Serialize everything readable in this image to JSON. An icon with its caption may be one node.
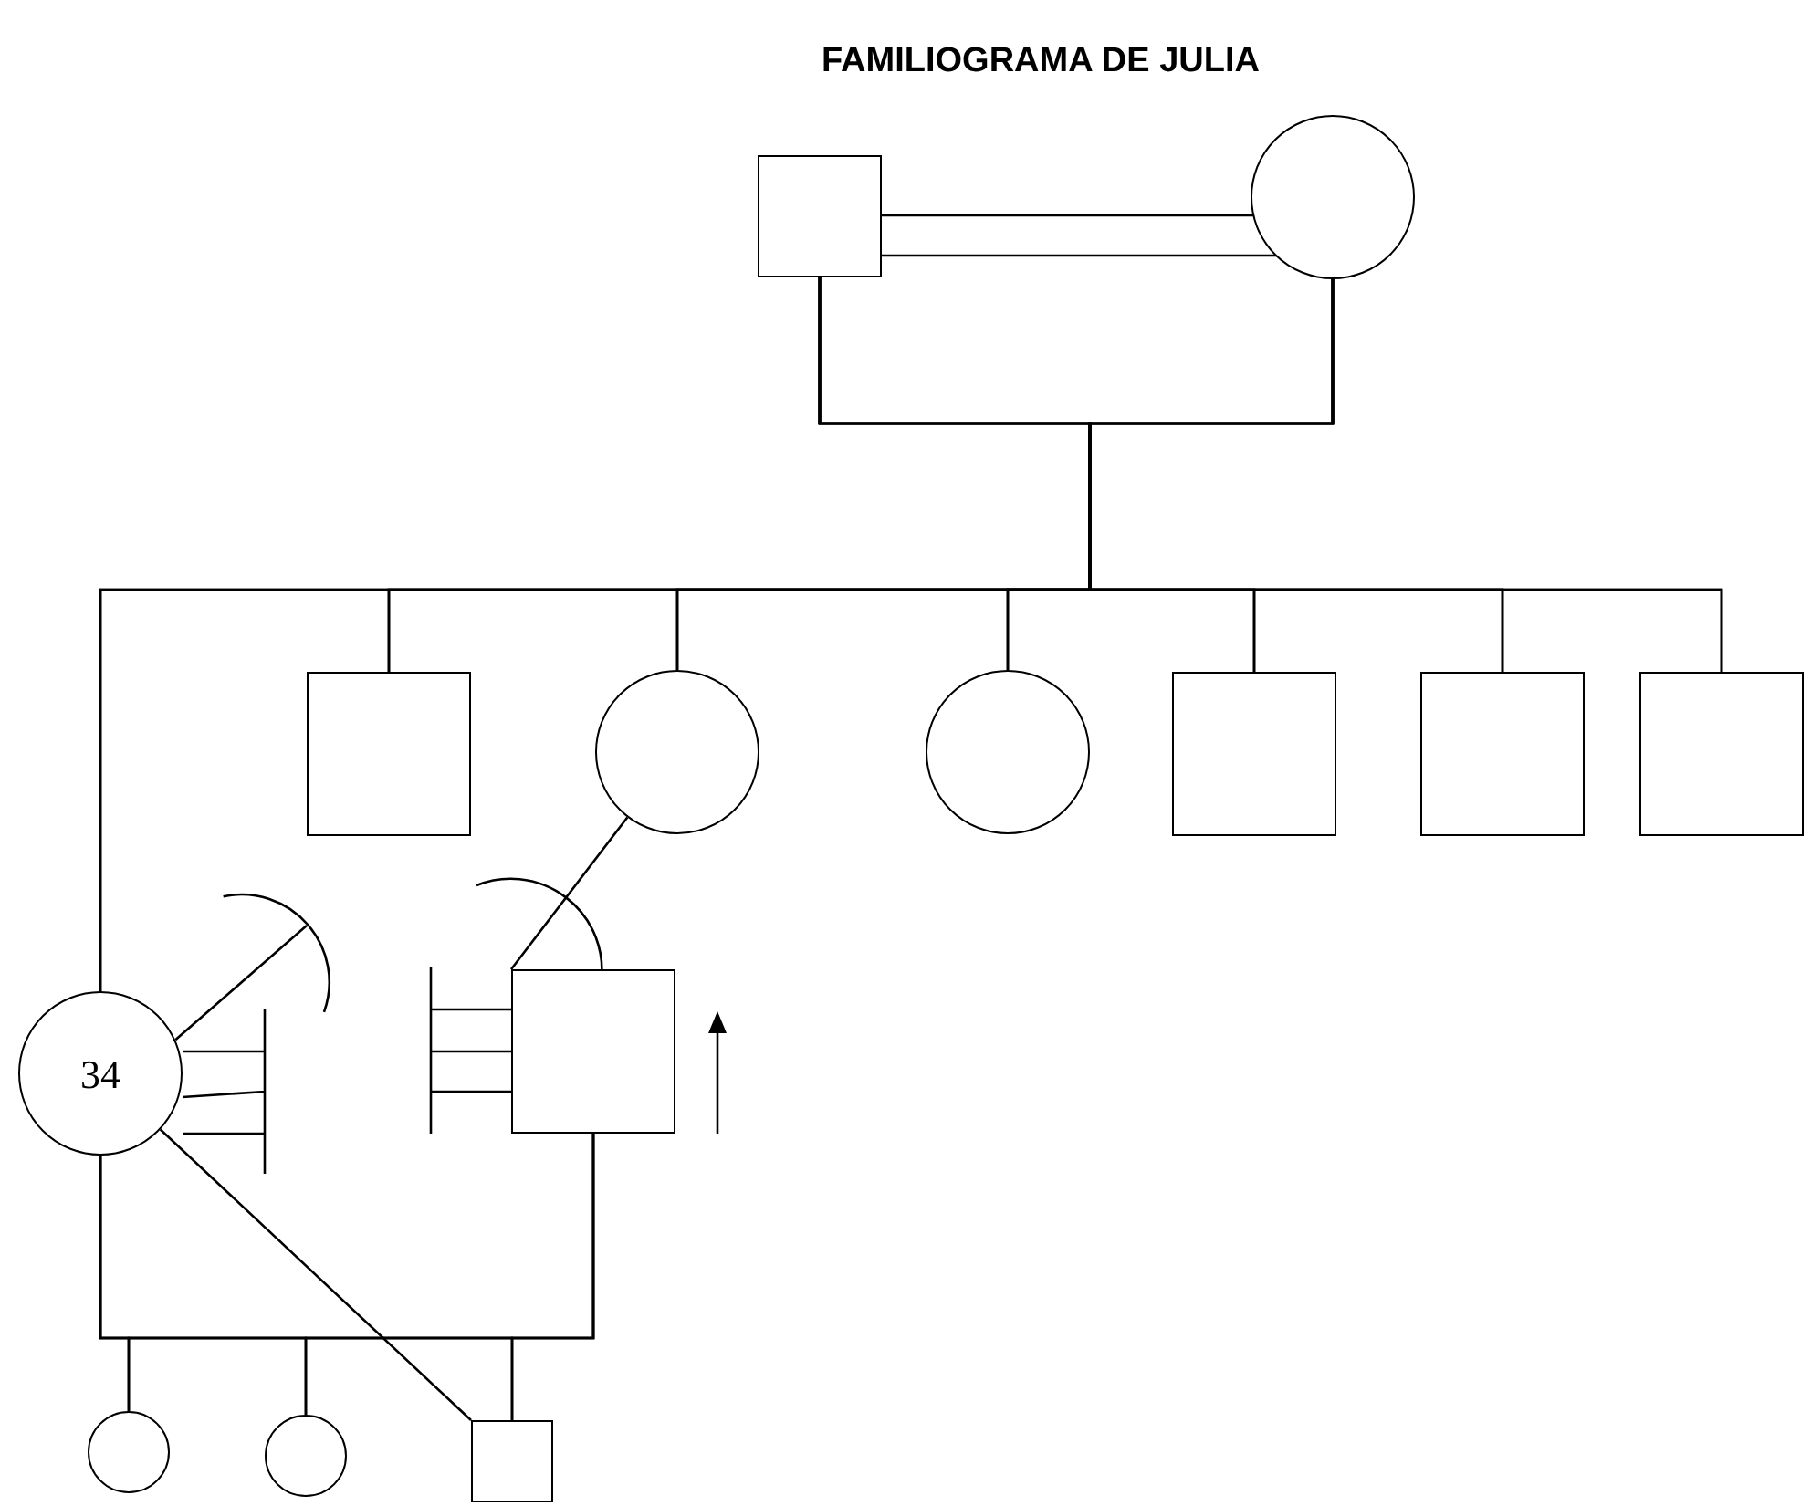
{
  "diagram": {
    "title": "FAMILIOGRAMA DE JULIA",
    "nodes": [
      {
        "text": [],
        "shape": "box"
      },
      {
        "text": [],
        "shape": "circle"
      },
      {
        "text": [],
        "shape": "box"
      },
      {
        "text": [],
        "shape": "circle"
      },
      {
        "text": [],
        "shape": "circle"
      },
      {
        "text": [],
        "shape": "box"
      },
      {
        "text": [],
        "shape": "box"
      },
      {
        "text": [],
        "shape": "box"
      },
      {
        "text": [
          "34"
        ]
      },
      {
        "text": [],
        "shape": "box"
      },
      {
        "text": [],
        "shape": "circle"
      },
      {
        "text": [],
        "shape": "circle"
      },
      {
        "text": [],
        "shape": "box"
      }
    ],
    "edges": [
      {
        "from": 0,
        "to": 1,
        "arrow": "none"
      },
      {
        "from": 0,
        "to": 8,
        "arrow": "none"
      },
      {
        "from": 0,
        "to": 2,
        "arrow": "none"
      },
      {
        "from": 0,
        "to": 3,
        "arrow": "none"
      },
      {
        "from": 0,
        "to": 4,
        "arrow": "none"
      },
      {
        "from": 0,
        "to": 5,
        "arrow": "none"
      },
      {
        "from": 0,
        "to": 6,
        "arrow": "none"
      },
      {
        "from": 0,
        "to": 7,
        "arrow": "none"
      },
      {
        "from": 1,
        "to": 8,
        "arrow": "none"
      },
      {
        "from": 1,
        "to": 2,
        "arrow": "none"
      },
      {
        "from": 1,
        "to": 3,
        "arrow": "none"
      },
      {
        "from": 1,
        "to": 4,
        "arrow": "none"
      },
      {
        "from": 1,
        "to": 5,
        "arrow": "none"
      },
      {
        "from": 1,
        "to": 6,
        "arrow": "none"
      },
      {
        "from": 1,
        "to": 7,
        "arrow": "none"
      },
      {
        "from": 3,
        "to": 9,
        "arrow": "other"
      },
      {
        "from": 8,
        "to": null,
        "arrow": "other"
      },
      {
        "from": 8,
        "to": 10,
        "arrow": "none"
      },
      {
        "from": 8,
        "to": 11,
        "arrow": "none"
      },
      {
        "from": 8,
        "to": 12,
        "arrow": "none"
      },
      {
        "from": 9,
        "to": 10,
        "arrow": "none"
      },
      {
        "from": 9,
        "to": 11,
        "arrow": "none"
      },
      {
        "from": 9,
        "to": 12,
        "arrow": "none"
      },
      {
        "from": 8,
        "to": 12,
        "arrow": "none"
      }
    ]
  }
}
